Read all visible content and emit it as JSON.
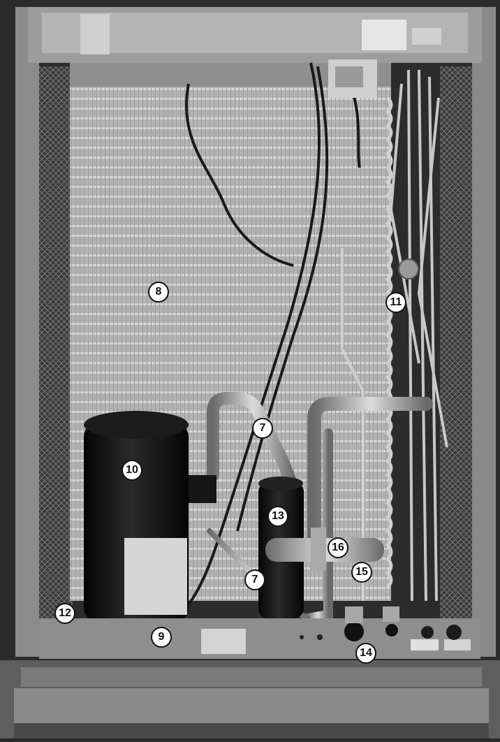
{
  "photo": {
    "subject": "outdoor-air-conditioner-condensing-unit-cutaway",
    "palette": {
      "frame": "#8e8e8e",
      "coil": "#b9b9b9",
      "compressor": "#111111",
      "pallet": "#6f6f6f",
      "callout_bg": "#ffffff",
      "callout_text": "#111111"
    },
    "callouts": [
      {
        "label": "7",
        "part": "refrigerant-line"
      },
      {
        "label": "7",
        "part": "refrigerant-line"
      },
      {
        "label": "8",
        "part": "condenser-coil"
      },
      {
        "label": "9",
        "part": "base-pan"
      },
      {
        "label": "10",
        "part": "compressor"
      },
      {
        "label": "11",
        "part": "pressure-switch"
      },
      {
        "label": "12",
        "part": "cabinet-corner"
      },
      {
        "label": "13",
        "part": "accumulator"
      },
      {
        "label": "14",
        "part": "service-valve"
      },
      {
        "label": "15",
        "part": "reversing-valve-area"
      },
      {
        "label": "16",
        "part": "reversing-valve"
      }
    ]
  }
}
